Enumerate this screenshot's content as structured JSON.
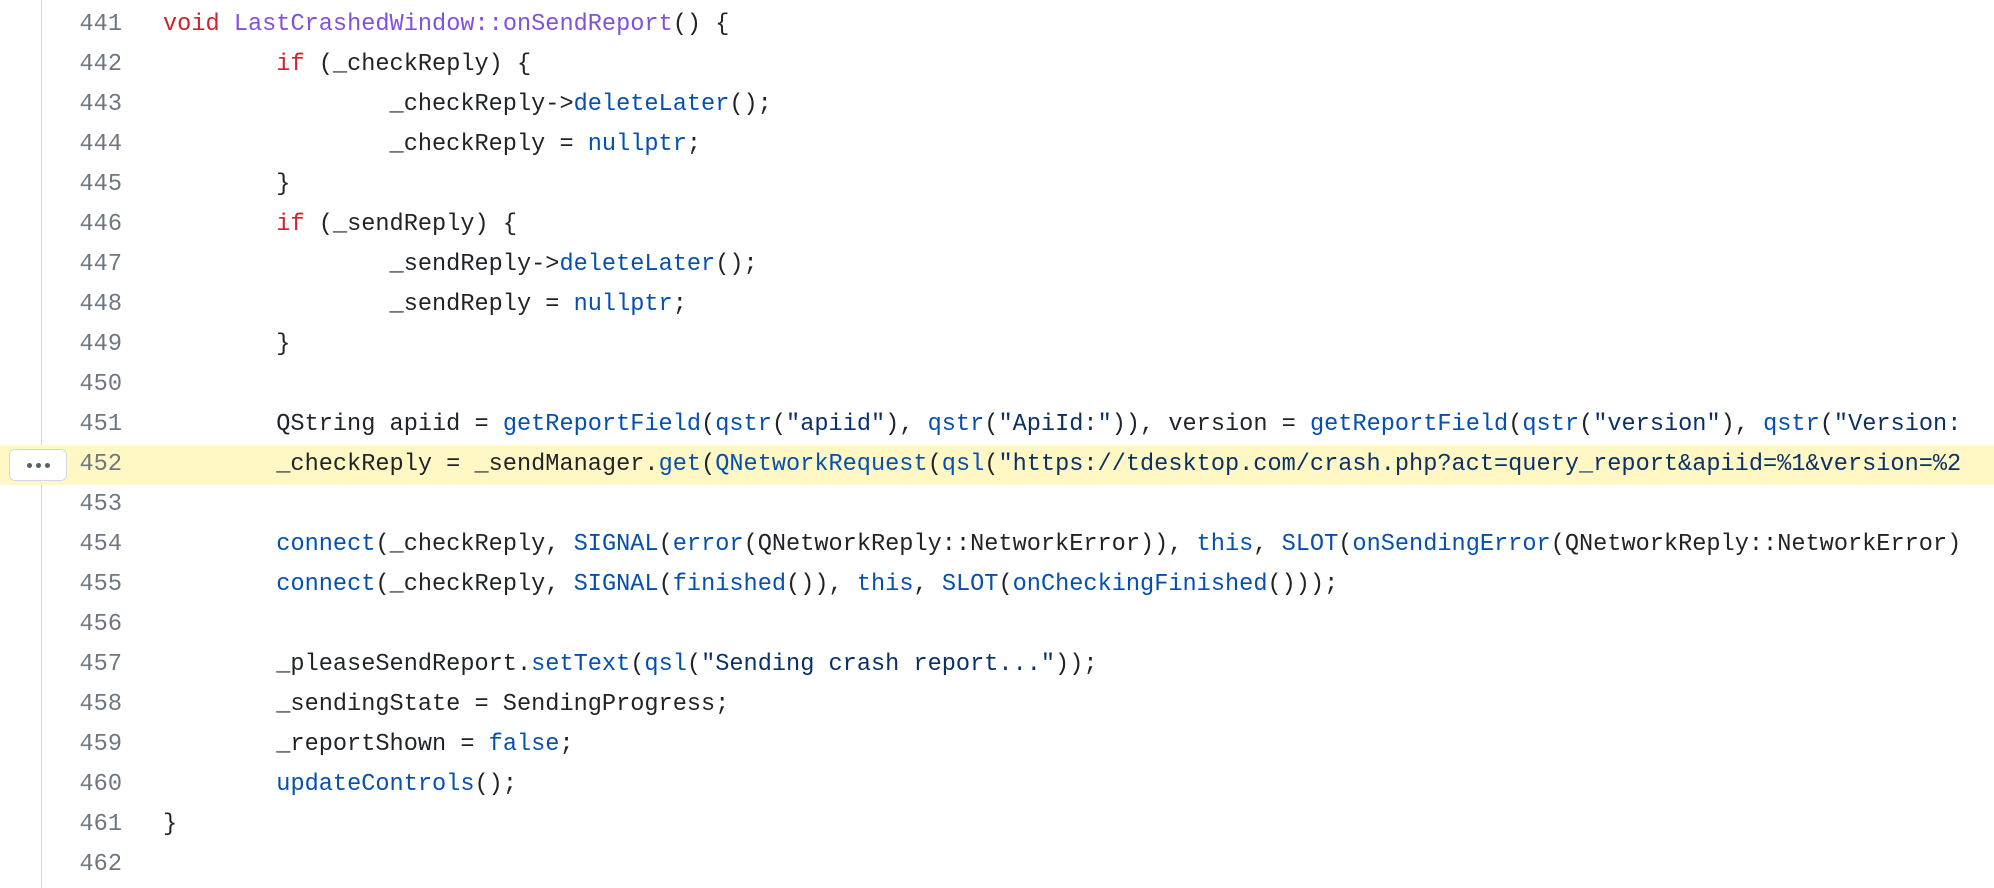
{
  "code_view": {
    "more_button_icon": "kebab-horizontal-icon",
    "highlighted_line": "452",
    "lines": [
      {
        "num": "441",
        "tokens": [
          {
            "t": "void",
            "c": "kw"
          },
          {
            "t": " ",
            "c": "tx"
          },
          {
            "t": "LastCrashedWindow::onSendReport",
            "c": "ent"
          },
          {
            "t": "() {",
            "c": "tx"
          }
        ]
      },
      {
        "num": "442",
        "tokens": [
          {
            "t": "        ",
            "c": "tx"
          },
          {
            "t": "if",
            "c": "kw"
          },
          {
            "t": " (_checkReply) {",
            "c": "tx"
          }
        ]
      },
      {
        "num": "443",
        "tokens": [
          {
            "t": "                _checkReply->",
            "c": "tx"
          },
          {
            "t": "deleteLater",
            "c": "fn"
          },
          {
            "t": "();",
            "c": "tx"
          }
        ]
      },
      {
        "num": "444",
        "tokens": [
          {
            "t": "                _checkReply = ",
            "c": "tx"
          },
          {
            "t": "nullptr",
            "c": "fn"
          },
          {
            "t": ";",
            "c": "tx"
          }
        ]
      },
      {
        "num": "445",
        "tokens": [
          {
            "t": "        }",
            "c": "tx"
          }
        ]
      },
      {
        "num": "446",
        "tokens": [
          {
            "t": "        ",
            "c": "tx"
          },
          {
            "t": "if",
            "c": "kw"
          },
          {
            "t": " (_sendReply) {",
            "c": "tx"
          }
        ]
      },
      {
        "num": "447",
        "tokens": [
          {
            "t": "                _sendReply->",
            "c": "tx"
          },
          {
            "t": "deleteLater",
            "c": "fn"
          },
          {
            "t": "();",
            "c": "tx"
          }
        ]
      },
      {
        "num": "448",
        "tokens": [
          {
            "t": "                _sendReply = ",
            "c": "tx"
          },
          {
            "t": "nullptr",
            "c": "fn"
          },
          {
            "t": ";",
            "c": "tx"
          }
        ]
      },
      {
        "num": "449",
        "tokens": [
          {
            "t": "        }",
            "c": "tx"
          }
        ]
      },
      {
        "num": "450",
        "tokens": []
      },
      {
        "num": "451",
        "tokens": [
          {
            "t": "        QString apiid = ",
            "c": "tx"
          },
          {
            "t": "getReportField",
            "c": "fn"
          },
          {
            "t": "(",
            "c": "tx"
          },
          {
            "t": "qstr",
            "c": "fn"
          },
          {
            "t": "(",
            "c": "tx"
          },
          {
            "t": "\"apiid\"",
            "c": "str"
          },
          {
            "t": "), ",
            "c": "tx"
          },
          {
            "t": "qstr",
            "c": "fn"
          },
          {
            "t": "(",
            "c": "tx"
          },
          {
            "t": "\"ApiId:\"",
            "c": "str"
          },
          {
            "t": ")), version = ",
            "c": "tx"
          },
          {
            "t": "getReportField",
            "c": "fn"
          },
          {
            "t": "(",
            "c": "tx"
          },
          {
            "t": "qstr",
            "c": "fn"
          },
          {
            "t": "(",
            "c": "tx"
          },
          {
            "t": "\"version\"",
            "c": "str"
          },
          {
            "t": "), ",
            "c": "tx"
          },
          {
            "t": "qstr",
            "c": "fn"
          },
          {
            "t": "(",
            "c": "tx"
          },
          {
            "t": "\"Version:",
            "c": "str"
          }
        ]
      },
      {
        "num": "452",
        "tokens": [
          {
            "t": "        _checkReply = _sendManager.",
            "c": "tx"
          },
          {
            "t": "get",
            "c": "fn"
          },
          {
            "t": "(",
            "c": "tx"
          },
          {
            "t": "QNetworkRequest",
            "c": "fn"
          },
          {
            "t": "(",
            "c": "tx"
          },
          {
            "t": "qsl",
            "c": "fn"
          },
          {
            "t": "(",
            "c": "tx"
          },
          {
            "t": "\"https://tdesktop.com/crash.php?act=query_report&apiid=%1&version=%2",
            "c": "str"
          }
        ]
      },
      {
        "num": "453",
        "tokens": []
      },
      {
        "num": "454",
        "tokens": [
          {
            "t": "        ",
            "c": "tx"
          },
          {
            "t": "connect",
            "c": "fn"
          },
          {
            "t": "(_checkReply, ",
            "c": "tx"
          },
          {
            "t": "SIGNAL",
            "c": "fn"
          },
          {
            "t": "(",
            "c": "tx"
          },
          {
            "t": "error",
            "c": "fn"
          },
          {
            "t": "(QNetworkReply::NetworkError)), ",
            "c": "tx"
          },
          {
            "t": "this",
            "c": "fn"
          },
          {
            "t": ", ",
            "c": "tx"
          },
          {
            "t": "SLOT",
            "c": "fn"
          },
          {
            "t": "(",
            "c": "tx"
          },
          {
            "t": "onSendingError",
            "c": "fn"
          },
          {
            "t": "(QNetworkReply::NetworkError)",
            "c": "tx"
          }
        ]
      },
      {
        "num": "455",
        "tokens": [
          {
            "t": "        ",
            "c": "tx"
          },
          {
            "t": "connect",
            "c": "fn"
          },
          {
            "t": "(_checkReply, ",
            "c": "tx"
          },
          {
            "t": "SIGNAL",
            "c": "fn"
          },
          {
            "t": "(",
            "c": "tx"
          },
          {
            "t": "finished",
            "c": "fn"
          },
          {
            "t": "()), ",
            "c": "tx"
          },
          {
            "t": "this",
            "c": "fn"
          },
          {
            "t": ", ",
            "c": "tx"
          },
          {
            "t": "SLOT",
            "c": "fn"
          },
          {
            "t": "(",
            "c": "tx"
          },
          {
            "t": "onCheckingFinished",
            "c": "fn"
          },
          {
            "t": "()));",
            "c": "tx"
          }
        ]
      },
      {
        "num": "456",
        "tokens": []
      },
      {
        "num": "457",
        "tokens": [
          {
            "t": "        _pleaseSendReport.",
            "c": "tx"
          },
          {
            "t": "setText",
            "c": "fn"
          },
          {
            "t": "(",
            "c": "tx"
          },
          {
            "t": "qsl",
            "c": "fn"
          },
          {
            "t": "(",
            "c": "tx"
          },
          {
            "t": "\"Sending crash report...\"",
            "c": "str"
          },
          {
            "t": "));",
            "c": "tx"
          }
        ]
      },
      {
        "num": "458",
        "tokens": [
          {
            "t": "        _sendingState = SendingProgress;",
            "c": "tx"
          }
        ]
      },
      {
        "num": "459",
        "tokens": [
          {
            "t": "        _reportShown = ",
            "c": "tx"
          },
          {
            "t": "false",
            "c": "fn"
          },
          {
            "t": ";",
            "c": "tx"
          }
        ]
      },
      {
        "num": "460",
        "tokens": [
          {
            "t": "        ",
            "c": "tx"
          },
          {
            "t": "updateControls",
            "c": "fn"
          },
          {
            "t": "();",
            "c": "tx"
          }
        ]
      },
      {
        "num": "461",
        "tokens": [
          {
            "t": "}",
            "c": "tx"
          }
        ]
      },
      {
        "num": "462",
        "tokens": []
      }
    ]
  }
}
